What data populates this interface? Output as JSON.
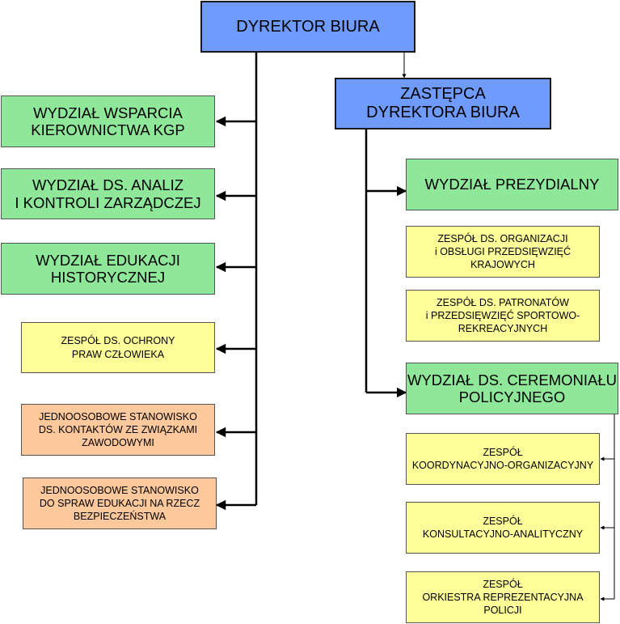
{
  "director": "DYREKTOR BIURA",
  "deputy": "ZASTĘPCA\nDYREKTORA BIURA",
  "left_units": [
    "WYDZIAŁ WSPARCIA\nKIEROWNICTWA KGP",
    "WYDZIAŁ DS.  ANALIZ\nI KONTROLI ZARZĄDCZEJ",
    "WYDZIAŁ EDUKACJI\nHISTORYCZNEJ",
    "ZESPÓŁ DS. OCHRONY\nPRAW CZŁOWIEKA",
    "JEDNOOSOBOWE STANOWISKO\nDS. KONTAKTÓW ZE ZWIĄZKAMI\nZAWODOWYMI",
    "JEDNOOSOBOWE STANOWISKO\nDO SPRAW EDUKACJI NA RZECZ\nBEZPIECZEŃSTWA"
  ],
  "prezydialny": {
    "title": "WYDZIAŁ PREZYDIALNY",
    "teams": [
      "ZESPÓŁ DS.  ORGANIZACJI\ni OBSŁUGI PRZEDSIĘWZIĘĆ\nKRAJOWYCH",
      "ZESPÓŁ DS.  PATRONATÓW\ni  PRZEDSIĘWZIĘĆ SPORTOWO-\nREKREACYJNYCH"
    ]
  },
  "ceremonial": {
    "title": "WYDZIAŁ DS. CEREMONIAŁU\nPOLICYJNEGO",
    "teams": [
      "ZESPÓŁ\nKOORDYNACYJNO-ORGANIZACYJNY",
      "ZESPÓŁ\nKONSULTACYJNO-ANALITYCZNY",
      "ZESPÓŁ\nORKIESTRA REPREZENTACYJNA\nPOLICJI"
    ]
  },
  "colors": {
    "management": "#6f9bff",
    "division": "#8fe89a",
    "team": "#ffff99",
    "single_post": "#fcc89c",
    "connector": "#000000"
  }
}
